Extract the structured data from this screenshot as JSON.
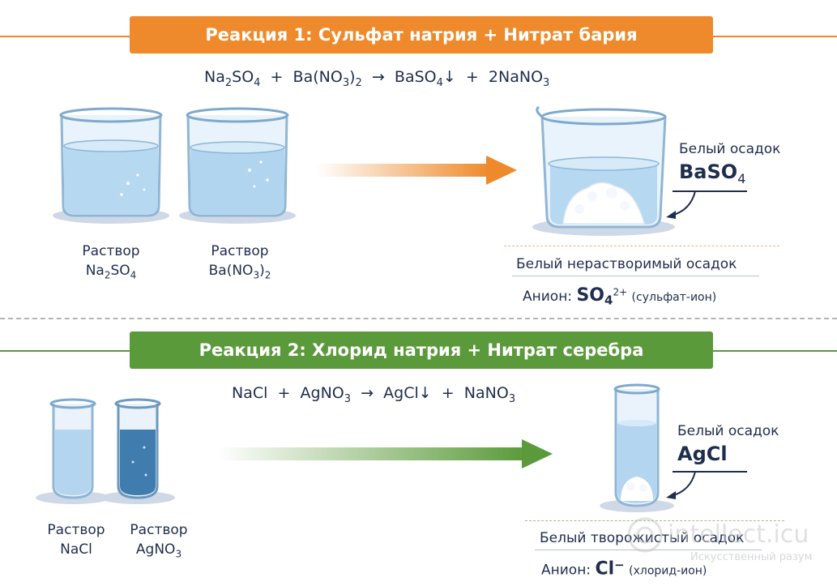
{
  "reaction1": {
    "banner": "Реакция 1: Сульфат натрия + Нитрат бария",
    "equation": {
      "l1": "Na",
      "l1s": "2",
      "l2": "SO",
      "l2s": "4",
      "plus1": "+",
      "r1": "Ba(NO",
      "r1s": "3",
      "r1c": ")",
      "r1cs": "2",
      "arrow": "→",
      "p1": "BaSO",
      "p1s": "4",
      "down": "↓",
      "plus2": "+",
      "p2": "2NaNO",
      "p2s": "3"
    },
    "label1": {
      "line1": "Раствор",
      "f": "Na",
      "fs": "2",
      "g": "SO",
      "gs": "4"
    },
    "label2": {
      "line1": "Раствор",
      "f": "Ba(NO",
      "fs": "3",
      "g": ")",
      "gs": "2"
    },
    "precip_label": "Белый осадок",
    "precip_formula": "BaSO",
    "precip_formula_sub": "4",
    "note": "Белый нерастворимый осадок",
    "anion_label": "Анион:",
    "anion_ion": "SO",
    "anion_sub": "4",
    "anion_sup": "2+",
    "anion_name": "(сульфат-ион)"
  },
  "reaction2": {
    "banner": "Реакция 2: Хлорид натрия + Нитрат серебра",
    "equation": {
      "a": "NaCl",
      "plus1": "+",
      "b": "AgNO",
      "bs": "3",
      "arrow": "→",
      "c": "AgCl",
      "down": "↓",
      "plus2": "+",
      "d": "NaNO",
      "ds": "3"
    },
    "label1": {
      "line1": "Раствор",
      "line2": "NaCl"
    },
    "label2": {
      "line1": "Раствор",
      "f": "AgNO",
      "fs": "3"
    },
    "precip_label": "Белый осадок",
    "precip_formula": "AgCl",
    "note": "Белый творожистый осадок",
    "anion_label": "Анион:",
    "anion_ion": "Cl",
    "anion_sup": "−",
    "anion_name": "(хлорид-ион)"
  },
  "watermark": {
    "main": "intellect.icu",
    "sub": "Искусственный разум"
  },
  "colors": {
    "orange": "#ee8a2b",
    "green": "#5b9a3a",
    "navy": "#1f2d4d"
  }
}
